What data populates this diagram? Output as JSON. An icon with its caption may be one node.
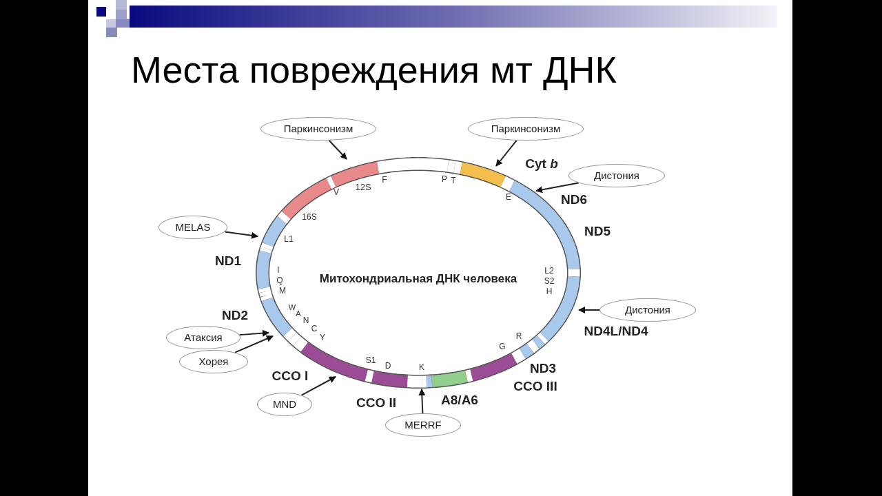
{
  "diagram": {
    "title": "Места повреждения мт ДНК",
    "nodes": [
      {
        "text": [
          "Паркинсонизм"
        ]
      },
      {
        "text": [
          "Паркинсонизм"
        ]
      },
      {
        "text": [
          "Дистония"
        ]
      },
      {
        "text": [
          "MELAS"
        ]
      },
      {
        "text": [
          "Дистония"
        ]
      },
      {
        "text": [
          "Атаксия"
        ]
      },
      {
        "text": [
          "Хорея"
        ]
      },
      {
        "text": [
          "MND"
        ]
      },
      {
        "text": [
          "MERRF"
        ]
      }
    ],
    "edges": [
      {
        "from": 0,
        "to": null,
        "arrow": "to"
      },
      {
        "from": 1,
        "to": null,
        "arrow": "to"
      },
      {
        "from": 2,
        "to": null,
        "arrow": "to"
      },
      {
        "from": 3,
        "to": null,
        "arrow": "to"
      },
      {
        "from": 4,
        "to": null,
        "arrow": "to"
      },
      {
        "from": 5,
        "to": null,
        "arrow": "to"
      },
      {
        "from": 6,
        "to": null,
        "arrow": "to"
      },
      {
        "from": 7,
        "to": null,
        "arrow": "to"
      },
      {
        "from": 8,
        "to": null,
        "arrow": "to"
      }
    ],
    "labels": [
      "F",
      "P",
      "T",
      "12S",
      "Cyt *b*",
      "E",
      "ND6",
      "V",
      "16S",
      "ND5",
      "L1",
      "ND1",
      "Митохондриальная ДНК человека",
      "L2",
      "S2",
      "H",
      "I",
      "Q",
      "M",
      "ND2",
      "W",
      "A",
      "N",
      "C",
      "Y",
      "ND4L/ND4",
      "R",
      "G",
      "S1",
      "D",
      "K",
      "CCO I",
      "ND3",
      "CCO III",
      "CCO II",
      "A8/A6"
    ]
  }
}
